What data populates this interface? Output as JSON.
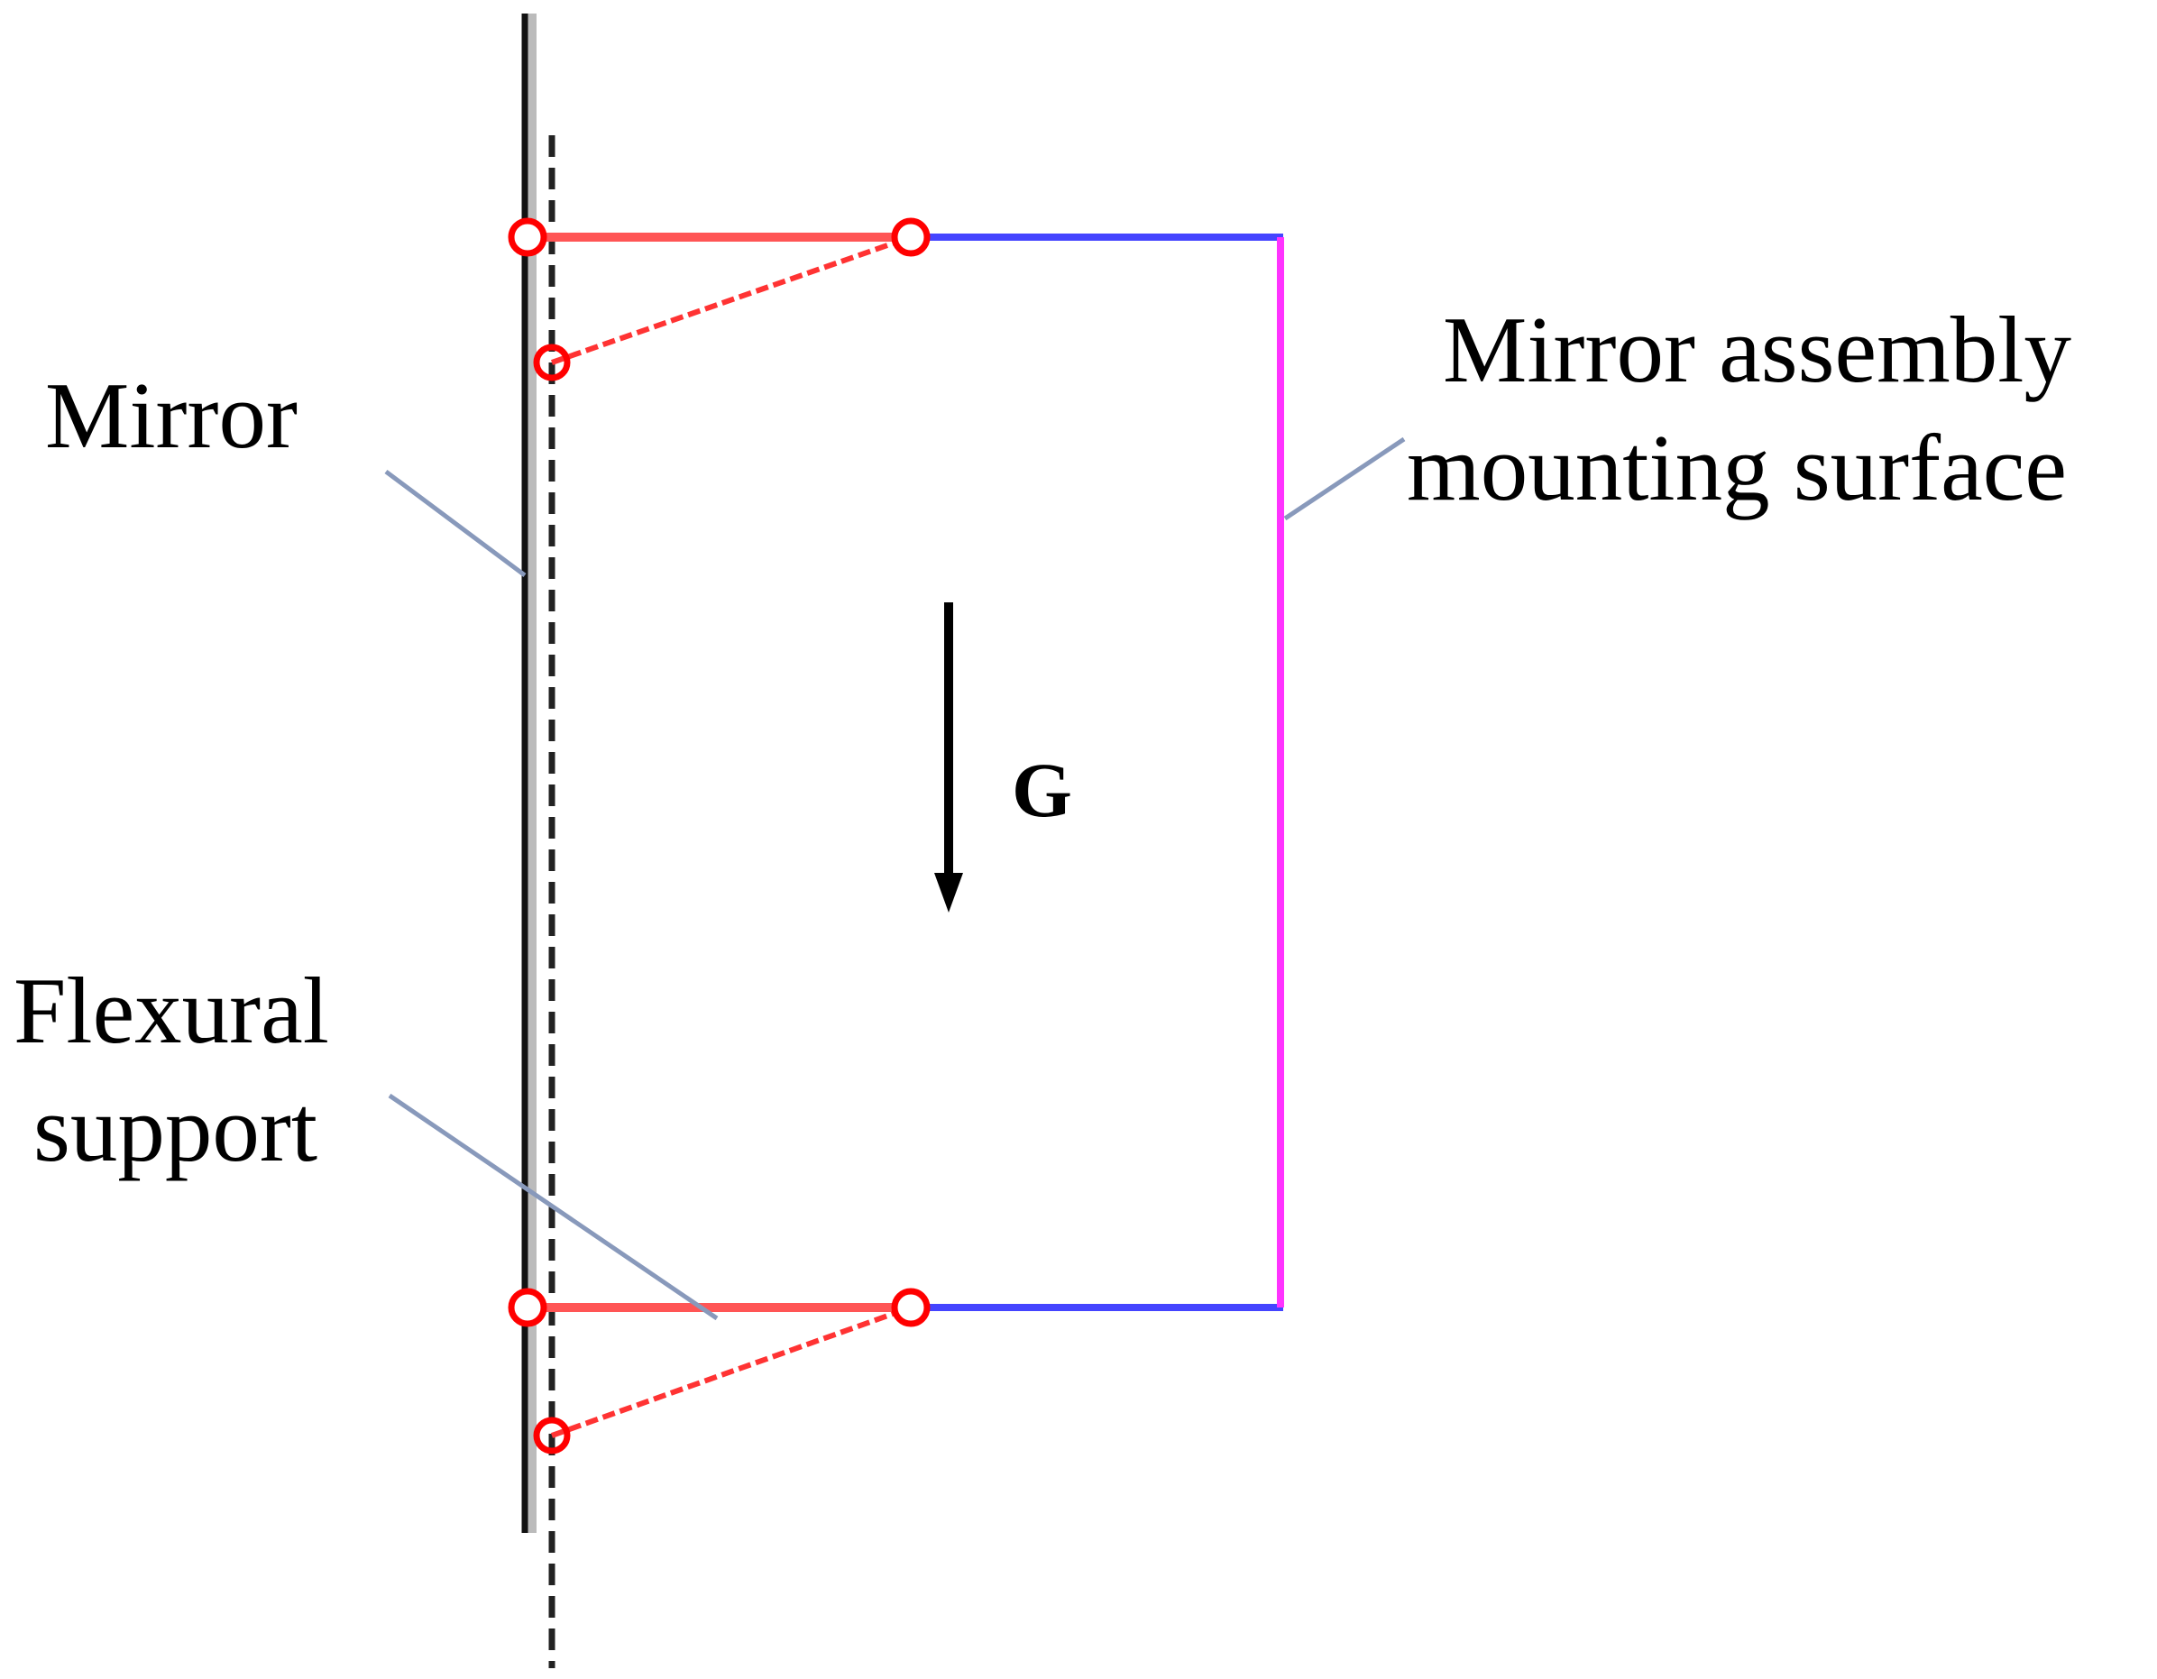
{
  "labels": {
    "mirror": "Mirror",
    "flexural_support_line1": "Flexural",
    "flexural_support_line2": "support",
    "mounting_surface_line1": "Mirror assembly",
    "mounting_surface_line2": "mounting surface",
    "gravity": "G"
  },
  "colors": {
    "mirror": "#111111",
    "mirror_shadow": "#bbbbbb",
    "dashed_reference": "#222222",
    "flexure": "#ff3333",
    "joint": "#ff0000",
    "assembly_top_bottom": "#4444ff",
    "mounting_surface": "#ff33ff",
    "leader_line": "#8899bb",
    "gravity_arrow": "#000000"
  },
  "icons": {
    "joint": "hinge-circle-icon",
    "gravity": "arrow-down-icon"
  }
}
